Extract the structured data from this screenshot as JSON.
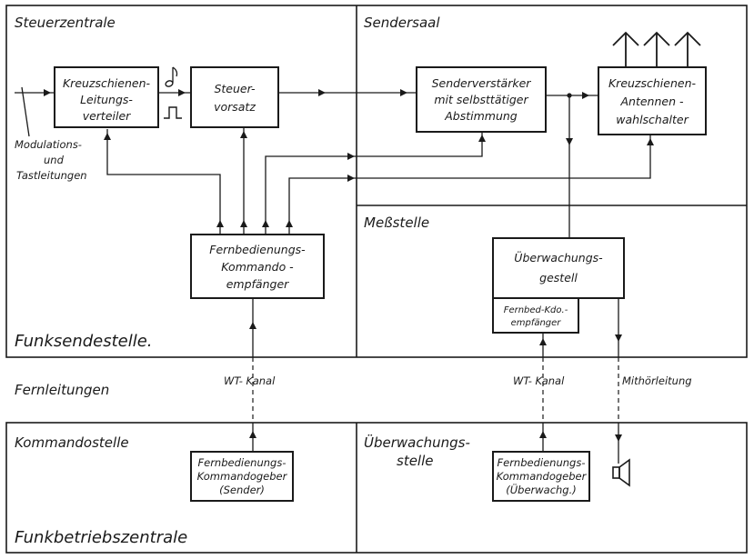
{
  "regions": {
    "steuerzentrale": "Steuerzentrale",
    "sendersaal": "Sendersaal",
    "messstelle": "Meßstelle",
    "funksendestelle": "Funksendestelle.",
    "fernleitungen": "Fernleitungen",
    "kommandostelle": "Kommandostelle",
    "ueberwachungsstelle": [
      "Überwachungs-",
      "stelle"
    ],
    "funkbetriebszentrale": "Funkbetriebszentrale"
  },
  "blocks": {
    "kreuzschienen_leitungsverteiler": [
      "Kreuzschienen-",
      "Leitungs-",
      "verteiler"
    ],
    "steuervorsatz": [
      "Steuer-",
      "vorsatz"
    ],
    "senderverstaerker": [
      "Senderverstärker",
      "mit selbsttätiger",
      "Abstimmung"
    ],
    "antennenwahlschalter": [
      "Kreuzschienen-",
      "Antennen -",
      "wahlschalter"
    ],
    "kommandoempfaenger": [
      "Fernbedienungs-",
      "Kommando -",
      "empfänger"
    ],
    "ueberwachungsgestell": [
      "Überwachungs-",
      "gestell"
    ],
    "fernbed_kdo_empfaenger": [
      "Fernbed-Kdo.-",
      "empfänger"
    ],
    "kommandogeber_sender": [
      "Fernbedienungs-",
      "Kommandogeber",
      "(Sender)"
    ],
    "kommandogeber_ueberwachung": [
      "Fernbedienungs-",
      "Kommandogeber",
      "(Überwachg.)"
    ]
  },
  "labels": {
    "modulationsleitungen": [
      "Modulations-",
      "und",
      "Tastleitungen"
    ],
    "wt_kanal": "WT- Kanal",
    "mithoerleitung": "Mithörleitung"
  },
  "icons": [
    "antenna-icon",
    "note-icon",
    "pulse-icon",
    "loudspeaker-icon"
  ]
}
